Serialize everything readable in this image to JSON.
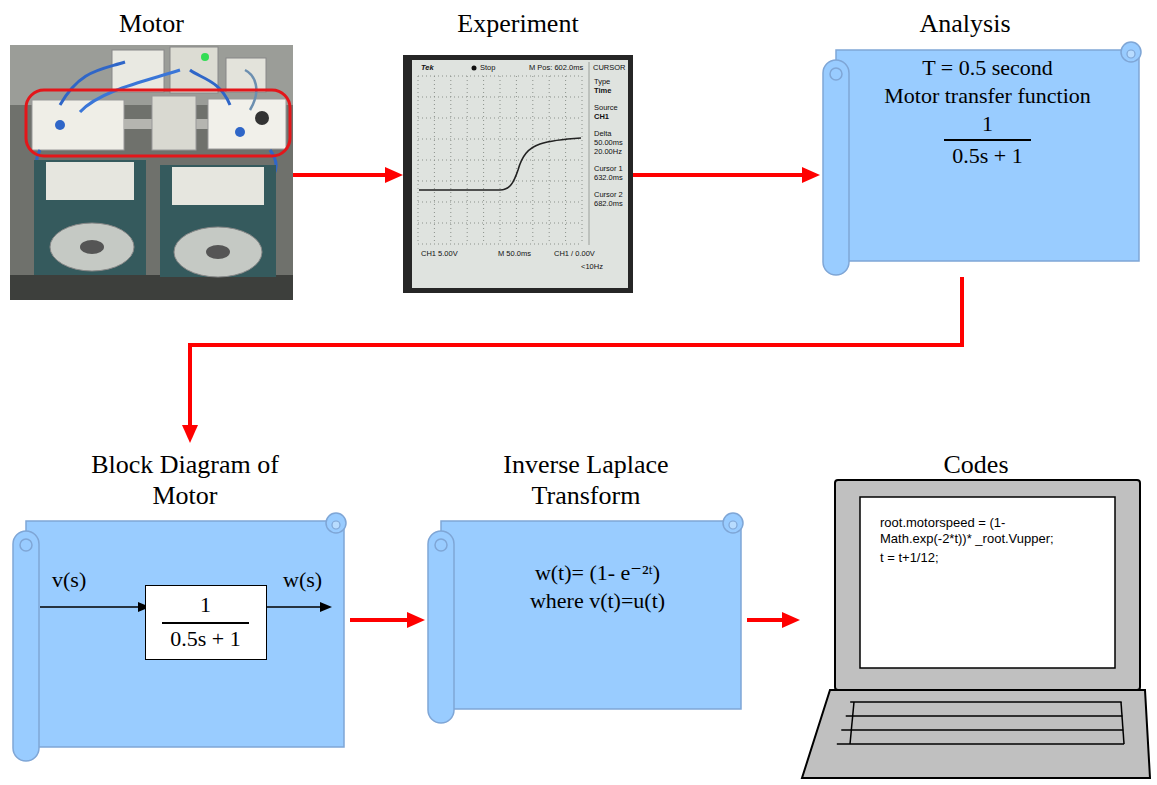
{
  "diagram": {
    "nodes": [
      {
        "text": [
          "Motor"
        ]
      },
      {
        "text": [
          "Experiment"
        ]
      },
      {
        "text": [
          "Analysis",
          "T = 0.5 second",
          "Motor transfer function",
          "1",
          "0.5s + 1"
        ]
      },
      {
        "text": [
          "Block Diagram of Motor"
        ]
      },
      {
        "text": [
          "1",
          "0.5s + 1"
        ],
        "in": 3
      },
      {
        "text": [
          "Inverse Laplace Transform",
          "w(t)= (1- e⁻²ᵗ)",
          "where v(t)=u(t)"
        ]
      },
      {
        "text": [
          "Codes",
          "root.motorspeed = (1-Math.exp(-2*t))* _root.Vupper;",
          "t = t+1/12;"
        ]
      }
    ],
    "edges": [
      {
        "from": 0,
        "to": 1,
        "arrow": "to"
      },
      {
        "from": 1,
        "to": 2,
        "arrow": "to"
      },
      {
        "from": 2,
        "to": 3,
        "arrow": "to"
      },
      {
        "from": 3,
        "to": 5,
        "arrow": "to"
      },
      {
        "from": 5,
        "to": 6,
        "arrow": "to"
      }
    ],
    "labels": [
      "Tek",
      "Stop",
      "M Pos: 602.0ms",
      "CURSOR",
      "Type",
      "Time",
      "Source",
      "CH1",
      "Delta",
      "50.00ms",
      "20.00Hz",
      "Cursor 1",
      "632.0ms",
      "Cursor 2",
      "682.0ms",
      "CH1 5.00V",
      "M 50.0ms",
      "CH1 / 0.00V",
      "<10Hz",
      "v(s)",
      "w(s)"
    ]
  }
}
